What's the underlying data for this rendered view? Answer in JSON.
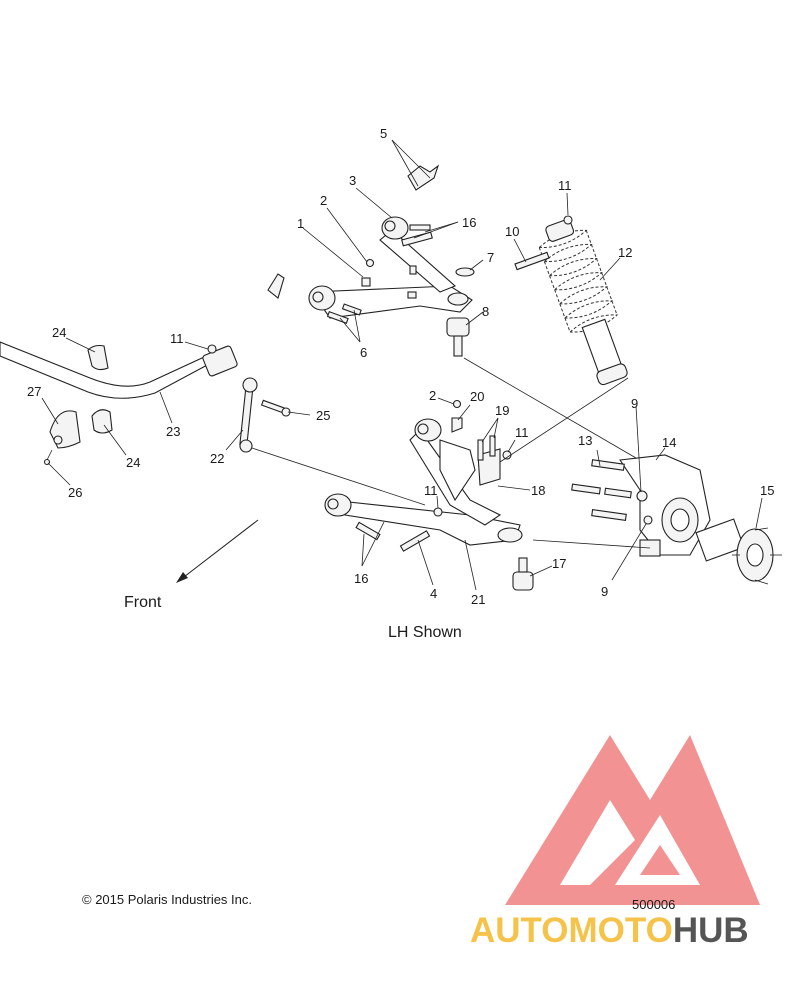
{
  "diagram": {
    "caption": "LH Shown",
    "direction_label": "Front",
    "copyright": "© 2015 Polaris Industries Inc.",
    "ref_number": "500006",
    "callouts": {
      "c1": "1",
      "c2a": "2",
      "c2b": "2",
      "c3": "3",
      "c4": "4",
      "c5": "5",
      "c6": "6",
      "c7": "7",
      "c8": "8",
      "c9a": "9",
      "c9b": "9",
      "c10": "10",
      "c11a": "11",
      "c11b": "11",
      "c11c": "11",
      "c11d": "11",
      "c12": "12",
      "c13": "13",
      "c14": "14",
      "c15": "15",
      "c16a": "16",
      "c16b": "16",
      "c17": "17",
      "c18": "18",
      "c19": "19",
      "c20": "20",
      "c21": "21",
      "c22": "22",
      "c23": "23",
      "c24a": "24",
      "c24b": "24",
      "c25": "25",
      "c26": "26",
      "c27": "27"
    }
  },
  "watermark": {
    "brand_part1": "AUTOMOTO",
    "brand_part2": "HUB",
    "color_primary": "#f08080",
    "color_secondary": "#f5c34a",
    "color_tertiary": "#555555"
  }
}
